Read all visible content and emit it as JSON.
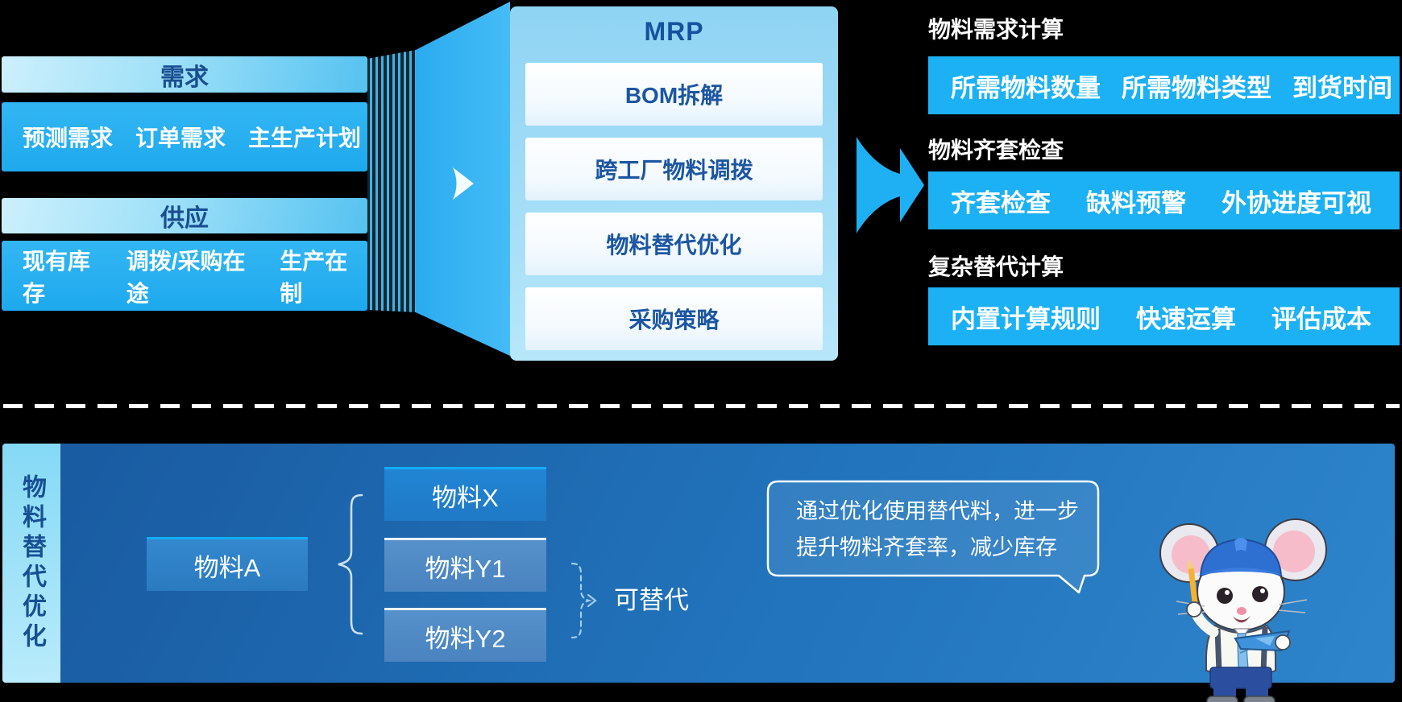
{
  "top": {
    "demand": {
      "header": "需求",
      "items": [
        "预测需求",
        "订单需求",
        "主生产计划"
      ]
    },
    "supply": {
      "header": "供应",
      "items": [
        "现有库存",
        "调拨/采购在途",
        "生产在制"
      ]
    },
    "mrp": {
      "title": "MRP",
      "steps": [
        "BOM拆解",
        "跨工厂物料调拨",
        "物料替代优化",
        "采购策略"
      ]
    },
    "outputs": [
      {
        "header": "物料需求计算",
        "items": [
          "所需物料数量",
          "所需物料类型",
          "到货时间"
        ]
      },
      {
        "header": "物料齐套检查",
        "items": [
          "齐套检查",
          "缺料预警",
          "外协进度可视"
        ]
      },
      {
        "header": "复杂替代计算",
        "items": [
          "内置计算规则",
          "快速运算",
          "评估成本"
        ]
      }
    ]
  },
  "bottom": {
    "side_label": "物料替代优化",
    "source_box": "物料A",
    "alternatives": [
      "物料X",
      "物料Y1",
      "物料Y2"
    ],
    "substitute_label": "可替代",
    "bubble": {
      "line1": "通过优化使用替代料，进一步",
      "line2": "提升物料齐套率，减少库存"
    },
    "mascot_icon": "mouse-engineer-mascot"
  },
  "colors": {
    "accent_blue": "#1cb1f4",
    "funnel_blue": "#2bacf1",
    "navy_text": "#14519f",
    "mrp_panel_light": "#9fdcf6",
    "bottom_panel_dark": "#19599f",
    "bottom_panel_light": "#2e85cb",
    "cyan_border": "#12adf7",
    "white": "#ffffff"
  }
}
